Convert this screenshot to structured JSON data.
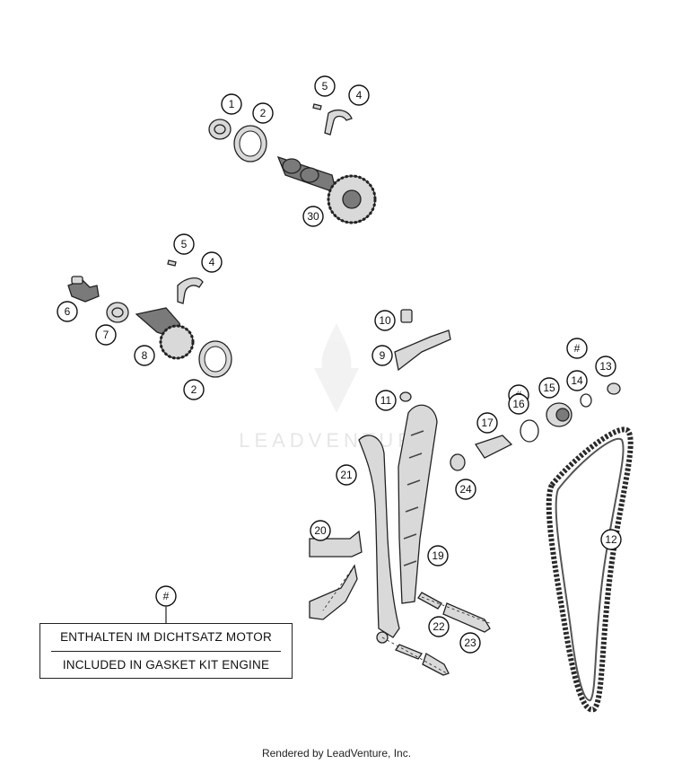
{
  "callouts": [
    {
      "id": "1"
    },
    {
      "id": "2"
    },
    {
      "id": "5"
    },
    {
      "id": "4"
    },
    {
      "id": "30"
    },
    {
      "id": "5"
    },
    {
      "id": "4"
    },
    {
      "id": "6"
    },
    {
      "id": "7"
    },
    {
      "id": "8"
    },
    {
      "id": "2"
    },
    {
      "id": "10"
    },
    {
      "id": "9"
    },
    {
      "id": "11"
    },
    {
      "id": "#"
    },
    {
      "id": "14"
    },
    {
      "id": "13"
    },
    {
      "id": "#"
    },
    {
      "id": "16"
    },
    {
      "id": "15"
    },
    {
      "id": "17"
    },
    {
      "id": "24"
    },
    {
      "id": "21"
    },
    {
      "id": "20"
    },
    {
      "id": "19"
    },
    {
      "id": "12"
    },
    {
      "id": "22"
    },
    {
      "id": "23"
    },
    {
      "id": "#"
    }
  ],
  "legend": {
    "line1": "ENTHALTEN IM DICHTSATZ MOTOR",
    "line2": "INCLUDED IN GASKET KIT ENGINE"
  },
  "watermark": "LEADVENTURE",
  "footer": "Rendered by LeadVenture, Inc."
}
